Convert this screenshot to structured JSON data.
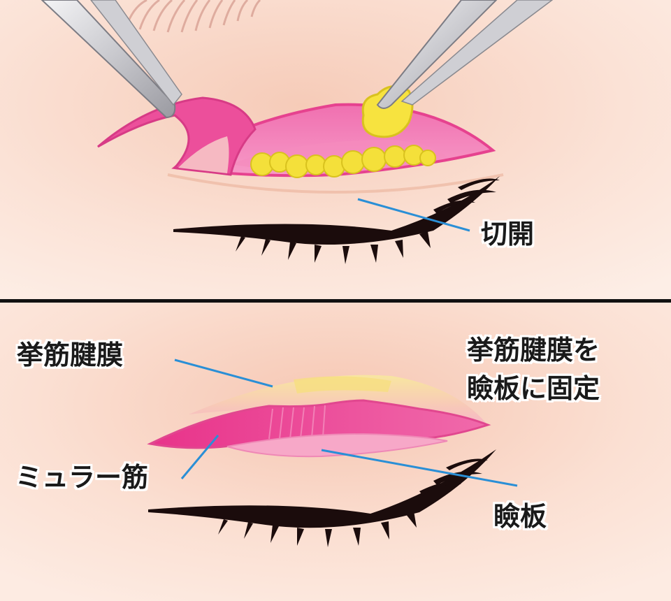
{
  "colors": {
    "skin_light": "#fbe4d8",
    "skin_mid": "#f3c3ad",
    "wound_pink": "#ec4f9b",
    "wound_light": "#f58bbd",
    "fat_yellow": "#f4e03a",
    "leader_blue": "#2a8fd6",
    "divider": "#111111",
    "lash": "#1b0c0c",
    "instrument": "#d9d9dc"
  },
  "top_panel": {
    "labels": {
      "incision": "切開"
    }
  },
  "bottom_panel": {
    "labels": {
      "levator_aponeurosis": "挙筋腱膜",
      "muller_muscle": "ミュラー筋",
      "fixation_line1": "挙筋腱膜を",
      "fixation_line2": "瞼板に固定",
      "tarsus": "瞼板"
    }
  }
}
